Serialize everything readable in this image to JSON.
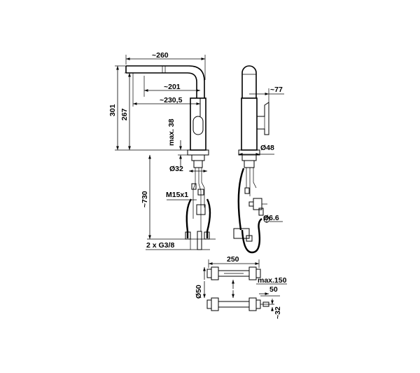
{
  "drawing": {
    "colors": {
      "line": "#000000",
      "background": "#ffffff"
    },
    "dims": {
      "d260": "~260",
      "d201": "~201",
      "d230": "~230,5",
      "d301": "301",
      "d267": "267",
      "dmax38": "max. 38",
      "d32": "Ø32",
      "d730": "~730",
      "dm15": "M15x1",
      "dg38": "2 x G3/8",
      "d77": "~77",
      "d48": "Ø48",
      "d66": "Ø6.6",
      "d250": "250",
      "dmax150": "max.150",
      "d50b": "50",
      "d50": "Ø50",
      "d32b": "~32"
    }
  }
}
